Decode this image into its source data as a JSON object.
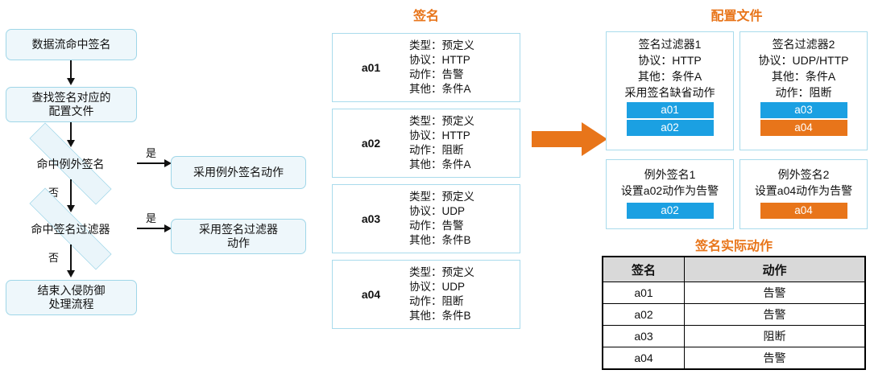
{
  "flowchart": {
    "nodes": [
      {
        "id": "start",
        "label": "数据流命中签名"
      },
      {
        "id": "lookup",
        "label": "查找签名对应的\n配置文件"
      },
      {
        "id": "d1",
        "label": "命中例外签名"
      },
      {
        "id": "r1",
        "label": "采用例外签名动作"
      },
      {
        "id": "d2",
        "label": "命中签名过滤器"
      },
      {
        "id": "r2",
        "label": "采用签名过滤器\n动作"
      },
      {
        "id": "end",
        "label": "结束入侵防御\n处理流程"
      }
    ],
    "edge_labels": {
      "d1_yes": "是",
      "d1_no": "否",
      "d2_yes": "是",
      "d2_no": "否"
    }
  },
  "signature_column": {
    "title": "签名",
    "cards": [
      {
        "id": "a01",
        "attrs": "类型：预定义\n协议：HTTP\n动作：告警\n其他：条件A"
      },
      {
        "id": "a02",
        "attrs": "类型：预定义\n协议：HTTP\n动作：阻断\n其他：条件A"
      },
      {
        "id": "a03",
        "attrs": "类型：预定义\n协议：UDP\n动作：告警\n其他：条件B"
      },
      {
        "id": "a04",
        "attrs": "类型：预定义\n协议：UDP\n动作：阻断\n其他：条件B"
      }
    ]
  },
  "config_column": {
    "title": "配置文件",
    "filters": [
      {
        "title": "签名过滤器1",
        "lines": [
          "协议：HTTP",
          "其他：条件A",
          "采用签名缺省动作"
        ],
        "chips": [
          {
            "label": "a01",
            "color": "blue"
          },
          {
            "label": "a02",
            "color": "blue"
          }
        ]
      },
      {
        "title": "签名过滤器2",
        "lines": [
          "协议：UDP/HTTP",
          "其他：条件A",
          "动作：阻断"
        ],
        "chips": [
          {
            "label": "a03",
            "color": "blue"
          },
          {
            "label": "a04",
            "color": "orange"
          }
        ]
      }
    ],
    "exceptions": [
      {
        "title": "例外签名1",
        "lines": [
          "设置a02动作为告警"
        ],
        "chips": [
          {
            "label": "a02",
            "color": "blue"
          }
        ]
      },
      {
        "title": "例外签名2",
        "lines": [
          "设置a04动作为告警"
        ],
        "chips": [
          {
            "label": "a04",
            "color": "orange"
          }
        ]
      }
    ]
  },
  "result_table": {
    "title": "签名实际动作",
    "headers": [
      "签名",
      "动作"
    ],
    "rows": [
      [
        "a01",
        "告警"
      ],
      [
        "a02",
        "告警"
      ],
      [
        "a03",
        "阻断"
      ],
      [
        "a04",
        "告警"
      ]
    ]
  },
  "colors": {
    "accent_orange": "#E8751A",
    "accent_blue": "#1BA0E2",
    "box_fill": "#eef7fb",
    "box_border": "#9fd6e8"
  }
}
